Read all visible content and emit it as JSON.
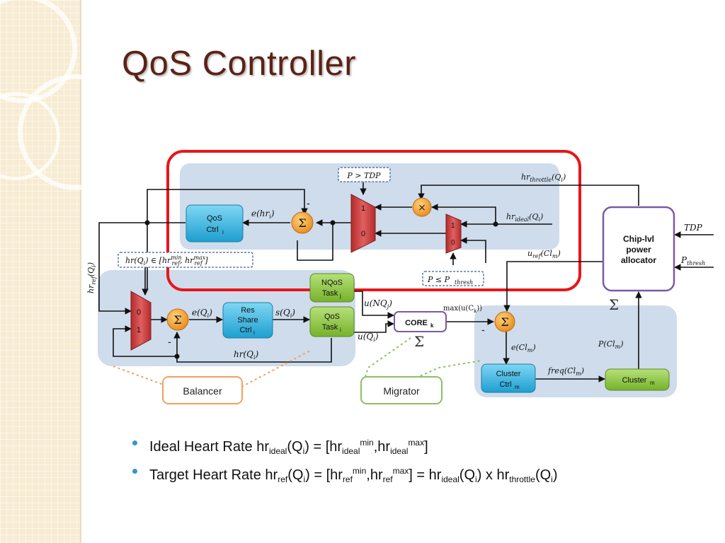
{
  "slide": {
    "title": "QoS Controller",
    "bullets": [
      {
        "prefix": "Ideal Heart Rate hr",
        "s1": "ideal",
        "t1": "(Q",
        "s2": "i",
        "t2": ") = [hr",
        "s3": "ideal",
        "p1": "min",
        "t3": ",hr",
        "s4": "ideal",
        "p2": "max",
        "t4": "]"
      },
      {
        "prefix": "Target Heart Rate hr",
        "s1": "ref",
        "t1": "(Q",
        "s2": "i",
        "t2": ") = [hr",
        "s3": "ref",
        "p1": "min",
        "t3": ",hr",
        "s4": "ref",
        "p2": "max",
        "t4": "] = hr",
        "s5": "ideal",
        "t5": "(Q",
        "s6": "i",
        "t6": ") x hr",
        "s7": "throttle",
        "t7": "(Q",
        "s8": "i",
        "t8": ")"
      }
    ]
  },
  "diagram": {
    "qos_ctrl": {
      "line1": "QoS",
      "line2": "Ctrl",
      "sub": "i"
    },
    "res_share": {
      "line1": "Res",
      "line2": "Share",
      "line3": "Ctrl",
      "sub": "i"
    },
    "nqos_task": {
      "line1": "NQoS",
      "line2": "Task",
      "sub": "j"
    },
    "qos_task": {
      "line1": "QoS",
      "line2": "Task",
      "sub": "i"
    },
    "core": {
      "text": "CORE",
      "sub": "k"
    },
    "chip_allocator": {
      "line1": "Chip-lvl",
      "line2": "power",
      "line3": "allocator"
    },
    "cluster_ctrl": {
      "line1": "Cluster",
      "line2": "Ctrl",
      "sub": "m"
    },
    "cluster": {
      "text": "Cluster",
      "sub": "m"
    },
    "balancer": "Balancer",
    "migrator": "Migrator",
    "cond_tdp": "P > TDP",
    "cond_pthresh": "P ≤ P",
    "cond_pthresh_sub": "thresh",
    "hr_range": "hr(Q",
    "sum_symbol": "Σ",
    "mult_symbol": "×",
    "mux_one": "1",
    "mux_zero": "0",
    "minus": "-",
    "labels": {
      "e_hr": "e(hr",
      "e_q": "e(Q",
      "s_q": "s(Q",
      "hr_q": "hr(Q",
      "u_nq": "u(NQ",
      "u_q": "u(Q",
      "max_u": "max(u(C",
      "u_ref": "u",
      "u_ref_sub": "ref",
      "u_ref_arg": "(Cl",
      "hr_throttle": "hr",
      "hr_throttle_sub": "throttle",
      "hr_ideal": "hr",
      "hr_ideal_sub": "ideal",
      "hr_ref_vert": "hr",
      "hr_ref_vert_sub": "ref",
      "tdp": "TDP",
      "p_thresh": "P",
      "p_thresh_sub": "thresh",
      "e_cl": "e(Cl",
      "freq_cl": "freq(Cl",
      "p_cl": "P(Cl"
    }
  },
  "colors": {
    "title": "#5c2216",
    "highlight_border": "#e8161a",
    "region_fill": "#c6d6e9",
    "blue_block": "#2fb3e0",
    "green_block": "#8cc63e",
    "sum_node": "#f0a030",
    "mux": "#c93a3a",
    "allocator_border": "#7b5aa6",
    "balancer_border": "#f0a060",
    "migrator_border": "#8cc063",
    "bullet": "#2e9bc4"
  }
}
